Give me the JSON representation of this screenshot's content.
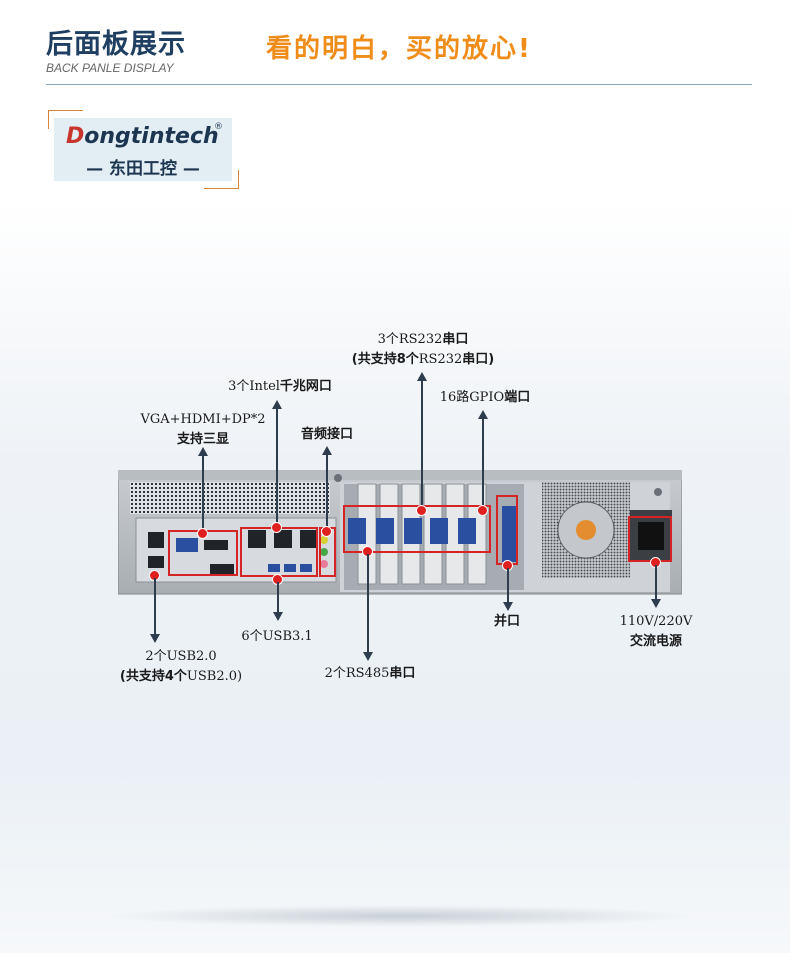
{
  "header": {
    "title": "后面板展示",
    "subtitle": "BACK PANLE DISPLAY",
    "slogan": "看的明白，买的放心!"
  },
  "logo": {
    "brand_initial": "D",
    "brand_rest": "ongtintech",
    "registered": "®",
    "cn_name": "— 东田工控 —"
  },
  "colors": {
    "title": "#1f3f62",
    "slogan": "#f08c1a",
    "highlight": "#e01f1f",
    "arrow": "#2d3c4f"
  },
  "labels": {
    "rs232_line1": "3个RS232",
    "rs232_line1_suffix": "串口",
    "rs232_line2_prefix": "(共支持8个",
    "rs232_line2_mid": "RS232",
    "rs232_line2_suffix": "串口)",
    "intel_prefix": "3个Intel",
    "intel_suffix": "千兆网口",
    "gpio_prefix": "16路GPIO",
    "gpio_suffix": "端口",
    "vga_line1": "VGA+HDMI+DP*2",
    "vga_line2": "支持三显",
    "audio": "音频接口",
    "usb31": "6个USB3.1",
    "usb20_line1": "2个USB2.0",
    "usb20_line2_prefix": "(共支持4个",
    "usb20_line2_mid": "USB2.0)",
    "rs485_prefix": "2个RS485",
    "rs485_suffix": "串口",
    "parallel": "并口",
    "power_line1": "110V/220V",
    "power_line2": "交流电源"
  }
}
